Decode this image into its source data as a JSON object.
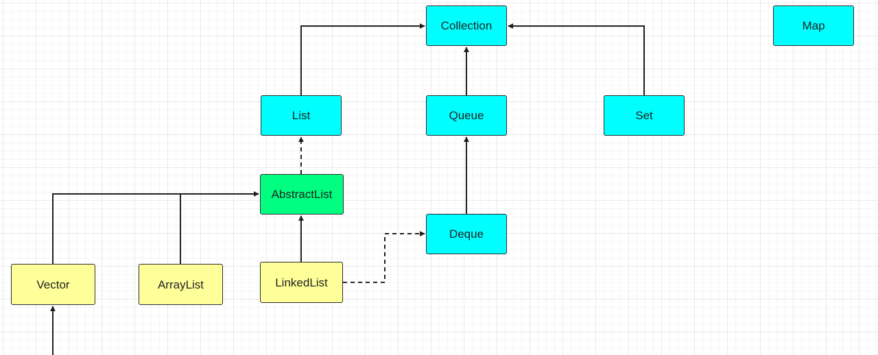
{
  "colors": {
    "interface": "#00ffff",
    "abstract_class": "#00ff80",
    "concrete_class": "#ffff99",
    "line": "#1f1f1f"
  },
  "nodes": {
    "collection": {
      "label": "Collection",
      "kind": "interface"
    },
    "map": {
      "label": "Map",
      "kind": "interface"
    },
    "list": {
      "label": "List",
      "kind": "interface"
    },
    "queue": {
      "label": "Queue",
      "kind": "interface"
    },
    "set": {
      "label": "Set",
      "kind": "interface"
    },
    "abstract_list": {
      "label": "AbstractList",
      "kind": "abstract_class"
    },
    "deque": {
      "label": "Deque",
      "kind": "interface"
    },
    "vector": {
      "label": "Vector",
      "kind": "concrete_class"
    },
    "array_list": {
      "label": "ArrayList",
      "kind": "concrete_class"
    },
    "linked_list": {
      "label": "LinkedList",
      "kind": "concrete_class"
    }
  },
  "edges": [
    {
      "from": "list",
      "to": "collection",
      "style": "solid"
    },
    {
      "from": "queue",
      "to": "collection",
      "style": "solid"
    },
    {
      "from": "set",
      "to": "collection",
      "style": "solid"
    },
    {
      "from": "abstract_list",
      "to": "list",
      "style": "dashed"
    },
    {
      "from": "deque",
      "to": "queue",
      "style": "solid"
    },
    {
      "from": "vector",
      "to": "abstract_list",
      "style": "solid"
    },
    {
      "from": "array_list",
      "to": "abstract_list",
      "style": "solid"
    },
    {
      "from": "linked_list",
      "to": "abstract_list",
      "style": "solid"
    },
    {
      "from": "linked_list",
      "to": "deque",
      "style": "dashed"
    },
    {
      "from": "offscreen",
      "to": "vector",
      "style": "solid"
    }
  ]
}
